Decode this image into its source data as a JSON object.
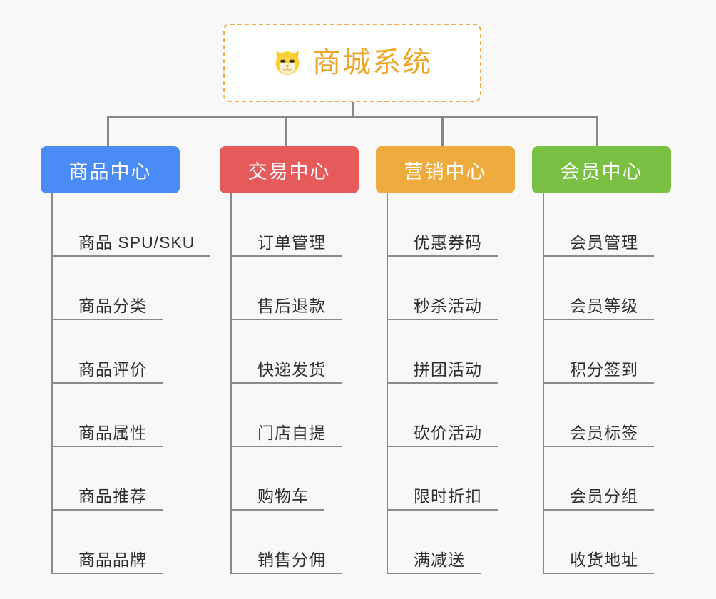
{
  "diagram": {
    "title": "商城系统",
    "root_icon": "shiba-dog-face-icon",
    "background_color": "#f8f8f8",
    "root_border_color": "#f0ad4e",
    "root_text_color": "#eda528",
    "connector_color": "#878787"
  },
  "categories": [
    {
      "label": "商品中心",
      "color": "#4a8bf5",
      "items": [
        {
          "label": "商品 SPU/SKU"
        },
        {
          "label": "商品分类"
        },
        {
          "label": "商品评价"
        },
        {
          "label": "商品属性"
        },
        {
          "label": "商品推荐"
        },
        {
          "label": "商品品牌"
        }
      ]
    },
    {
      "label": "交易中心",
      "color": "#e55b5b",
      "items": [
        {
          "label": "订单管理"
        },
        {
          "label": "售后退款"
        },
        {
          "label": "快递发货"
        },
        {
          "label": "门店自提"
        },
        {
          "label": "购物车"
        },
        {
          "label": "销售分佣"
        }
      ]
    },
    {
      "label": "营销中心",
      "color": "#eeab3e",
      "items": [
        {
          "label": "优惠券码"
        },
        {
          "label": "秒杀活动"
        },
        {
          "label": "拼团活动"
        },
        {
          "label": "砍价活动"
        },
        {
          "label": "限时折扣"
        },
        {
          "label": "满减送"
        }
      ]
    },
    {
      "label": "会员中心",
      "color": "#7ac143",
      "items": [
        {
          "label": "会员管理"
        },
        {
          "label": "会员等级"
        },
        {
          "label": "积分签到"
        },
        {
          "label": "会员标签"
        },
        {
          "label": "会员分组"
        },
        {
          "label": "收货地址"
        }
      ]
    }
  ]
}
